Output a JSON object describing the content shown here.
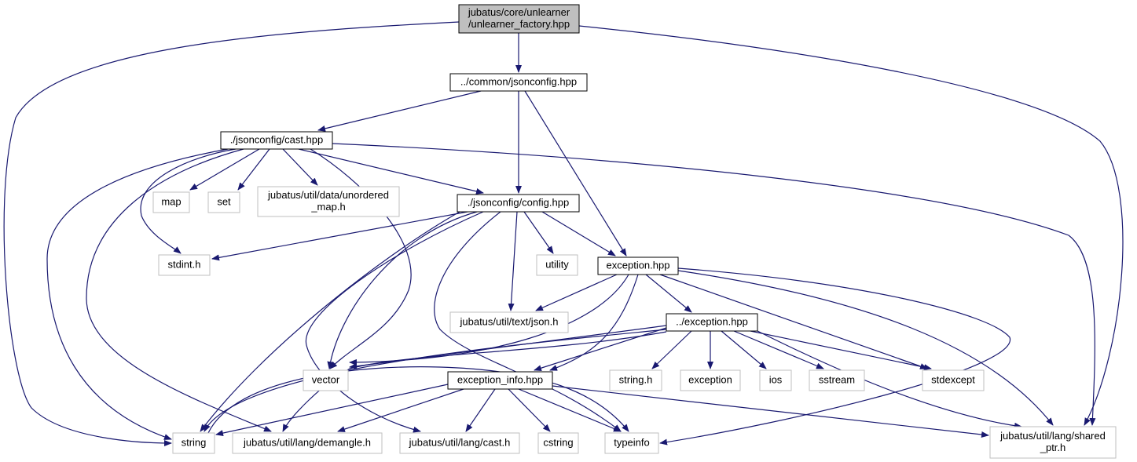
{
  "nodes": [
    {
      "id": "n_factory",
      "name": "node-unlearner-factory-hpp",
      "lines": [
        "jubatus/core/unlearner",
        "/unlearner_factory.hpp"
      ],
      "kind": "root",
      "href": false
    },
    {
      "id": "n_jsonconfig",
      "name": "node-common-jsonconfig-hpp",
      "lines": [
        "../common/jsonconfig.hpp"
      ],
      "kind": "file",
      "href": true
    },
    {
      "id": "n_cast",
      "name": "node-jsonconfig-cast-hpp",
      "lines": [
        "./jsonconfig/cast.hpp"
      ],
      "kind": "file",
      "href": true
    },
    {
      "id": "n_config",
      "name": "node-jsonconfig-config-hpp",
      "lines": [
        "./jsonconfig/config.hpp"
      ],
      "kind": "file",
      "href": true
    },
    {
      "id": "n_exception",
      "name": "node-exception-hpp",
      "lines": [
        "exception.hpp"
      ],
      "kind": "file",
      "href": true
    },
    {
      "id": "n_pexception",
      "name": "node-parent-exception-hpp",
      "lines": [
        "../exception.hpp"
      ],
      "kind": "file",
      "href": true
    },
    {
      "id": "n_exinfo",
      "name": "node-exception-info-hpp",
      "lines": [
        "exception_info.hpp"
      ],
      "kind": "file",
      "href": true
    },
    {
      "id": "n_map",
      "name": "node-map",
      "lines": [
        "map"
      ],
      "kind": "system",
      "href": false
    },
    {
      "id": "n_set",
      "name": "node-set",
      "lines": [
        "set"
      ],
      "kind": "system",
      "href": false
    },
    {
      "id": "n_umap",
      "name": "node-unordered-map-h",
      "lines": [
        "jubatus/util/data/unordered",
        "_map.h"
      ],
      "kind": "system",
      "href": false
    },
    {
      "id": "n_stdint",
      "name": "node-stdint-h",
      "lines": [
        "stdint.h"
      ],
      "kind": "system",
      "href": false
    },
    {
      "id": "n_utility",
      "name": "node-utility",
      "lines": [
        "utility"
      ],
      "kind": "system",
      "href": false
    },
    {
      "id": "n_json",
      "name": "node-json-h",
      "lines": [
        "jubatus/util/text/json.h"
      ],
      "kind": "system",
      "href": false
    },
    {
      "id": "n_vector",
      "name": "node-vector",
      "lines": [
        "vector"
      ],
      "kind": "system",
      "href": false
    },
    {
      "id": "n_stringh",
      "name": "node-string-h",
      "lines": [
        "string.h"
      ],
      "kind": "system",
      "href": false
    },
    {
      "id": "n_exc",
      "name": "node-std-exception",
      "lines": [
        "exception"
      ],
      "kind": "system",
      "href": false
    },
    {
      "id": "n_ios",
      "name": "node-ios",
      "lines": [
        "ios"
      ],
      "kind": "system",
      "href": false
    },
    {
      "id": "n_sstream",
      "name": "node-sstream",
      "lines": [
        "sstream"
      ],
      "kind": "system",
      "href": false
    },
    {
      "id": "n_stdexcept",
      "name": "node-stdexcept",
      "lines": [
        "stdexcept"
      ],
      "kind": "system",
      "href": false
    },
    {
      "id": "n_string",
      "name": "node-string",
      "lines": [
        "string"
      ],
      "kind": "system",
      "href": false
    },
    {
      "id": "n_demangle",
      "name": "node-demangle-h",
      "lines": [
        "jubatus/util/lang/demangle.h"
      ],
      "kind": "system",
      "href": false
    },
    {
      "id": "n_langcast",
      "name": "node-lang-cast-h",
      "lines": [
        "jubatus/util/lang/cast.h"
      ],
      "kind": "system",
      "href": false
    },
    {
      "id": "n_cstring",
      "name": "node-cstring",
      "lines": [
        "cstring"
      ],
      "kind": "system",
      "href": false
    },
    {
      "id": "n_typeinfo",
      "name": "node-typeinfo",
      "lines": [
        "typeinfo"
      ],
      "kind": "system",
      "href": false
    },
    {
      "id": "n_shared",
      "name": "node-shared-ptr-h",
      "lines": [
        "jubatus/util/lang/shared",
        "_ptr.h"
      ],
      "kind": "system",
      "href": false
    }
  ],
  "edges": [
    {
      "from": "n_factory",
      "to": "n_jsonconfig"
    },
    {
      "from": "n_factory",
      "to": "n_string"
    },
    {
      "from": "n_factory",
      "to": "n_shared"
    },
    {
      "from": "n_jsonconfig",
      "to": "n_cast"
    },
    {
      "from": "n_jsonconfig",
      "to": "n_config"
    },
    {
      "from": "n_jsonconfig",
      "to": "n_exception"
    },
    {
      "from": "n_cast",
      "to": "n_map"
    },
    {
      "from": "n_cast",
      "to": "n_set"
    },
    {
      "from": "n_cast",
      "to": "n_umap"
    },
    {
      "from": "n_cast",
      "to": "n_stdint"
    },
    {
      "from": "n_cast",
      "to": "n_config"
    },
    {
      "from": "n_cast",
      "to": "n_string"
    },
    {
      "from": "n_cast",
      "to": "n_vector"
    },
    {
      "from": "n_cast",
      "to": "n_demangle"
    },
    {
      "from": "n_cast",
      "to": "n_shared"
    },
    {
      "from": "n_config",
      "to": "n_stdint"
    },
    {
      "from": "n_config",
      "to": "n_utility"
    },
    {
      "from": "n_config",
      "to": "n_exception"
    },
    {
      "from": "n_config",
      "to": "n_json"
    },
    {
      "from": "n_config",
      "to": "n_string"
    },
    {
      "from": "n_config",
      "to": "n_vector"
    },
    {
      "from": "n_config",
      "to": "n_langcast"
    },
    {
      "from": "n_config",
      "to": "n_typeinfo"
    },
    {
      "from": "n_exception",
      "to": "n_json"
    },
    {
      "from": "n_exception",
      "to": "n_pexception"
    },
    {
      "from": "n_exception",
      "to": "n_stdexcept"
    },
    {
      "from": "n_exception",
      "to": "n_vector"
    },
    {
      "from": "n_exception",
      "to": "n_exinfo"
    },
    {
      "from": "n_exception",
      "to": "n_typeinfo"
    },
    {
      "from": "n_exception",
      "to": "n_shared"
    },
    {
      "from": "n_pexception",
      "to": "n_vector"
    },
    {
      "from": "n_pexception",
      "to": "n_stringh"
    },
    {
      "from": "n_pexception",
      "to": "n_exc"
    },
    {
      "from": "n_pexception",
      "to": "n_ios"
    },
    {
      "from": "n_pexception",
      "to": "n_sstream"
    },
    {
      "from": "n_pexception",
      "to": "n_stdexcept"
    },
    {
      "from": "n_pexception",
      "to": "n_exinfo"
    },
    {
      "from": "n_pexception",
      "to": "n_string"
    },
    {
      "from": "n_pexception",
      "to": "n_demangle"
    },
    {
      "from": "n_pexception",
      "to": "n_shared"
    },
    {
      "from": "n_exinfo",
      "to": "n_string"
    },
    {
      "from": "n_exinfo",
      "to": "n_demangle"
    },
    {
      "from": "n_exinfo",
      "to": "n_langcast"
    },
    {
      "from": "n_exinfo",
      "to": "n_cstring"
    },
    {
      "from": "n_exinfo",
      "to": "n_typeinfo"
    },
    {
      "from": "n_exinfo",
      "to": "n_shared"
    },
    {
      "from": "n_string",
      "to": "n_typeinfo"
    }
  ],
  "colors": {
    "edge": "#191970",
    "file_border": "#000000",
    "system_border": "#bfbfbf",
    "root_fill": "#bfbfbf",
    "file_fill": "#ffffff",
    "text": "#000000"
  }
}
